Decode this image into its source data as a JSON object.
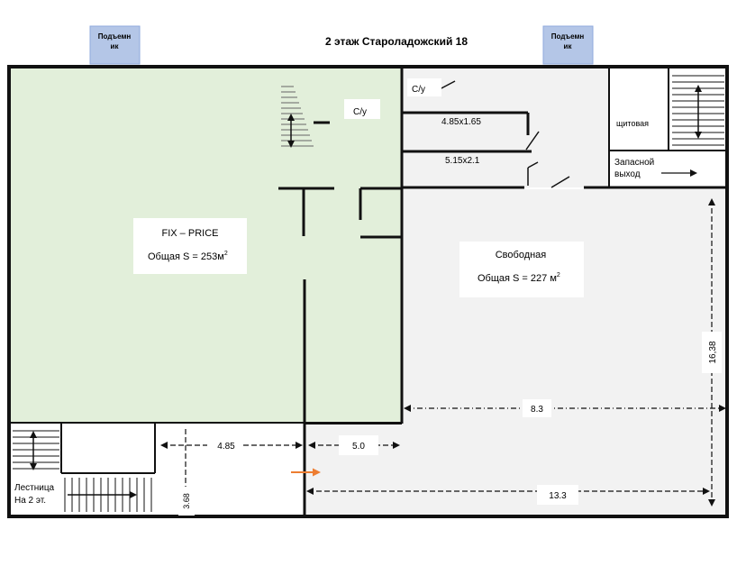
{
  "title": "2 этаж Староладожский 18",
  "lift_label": "Подъемн ик",
  "lift_label_line1": "Подъемн",
  "lift_label_line2": "ик",
  "rooms": {
    "fix_price": {
      "name": "FIX – PRICE",
      "area_label": "Общая S = 253м",
      "area_sup": "2"
    },
    "free": {
      "name": "Свободная",
      "area_label": "Общая S = 227 м",
      "area_sup": "2"
    },
    "wc1": "С/у",
    "wc2": "С/у",
    "small_room1": "4.85х1.65",
    "small_room2": "5.15х2.1",
    "switchboard": "щитовая",
    "emergency_exit": "Запасной выход",
    "emergency_exit_line1": "Запасной",
    "emergency_exit_line2": "выход",
    "stairs": "Лестница На 2 эт.",
    "stairs_line1": "Лестница",
    "stairs_line2": "На 2 эт."
  },
  "dimensions": {
    "d_8_3": "8.3",
    "d_16_38": "16,38",
    "d_4_85": "4.85",
    "d_3_68": "3.68",
    "d_5_0": "5.0",
    "d_13_3": "13.3"
  },
  "colors": {
    "fix_price_fill": "#e2efda",
    "free_fill": "#f2f2f2",
    "lift_fill": "#b4c6e7",
    "wall": "#111111",
    "arrow_orange": "#ed7d31"
  }
}
